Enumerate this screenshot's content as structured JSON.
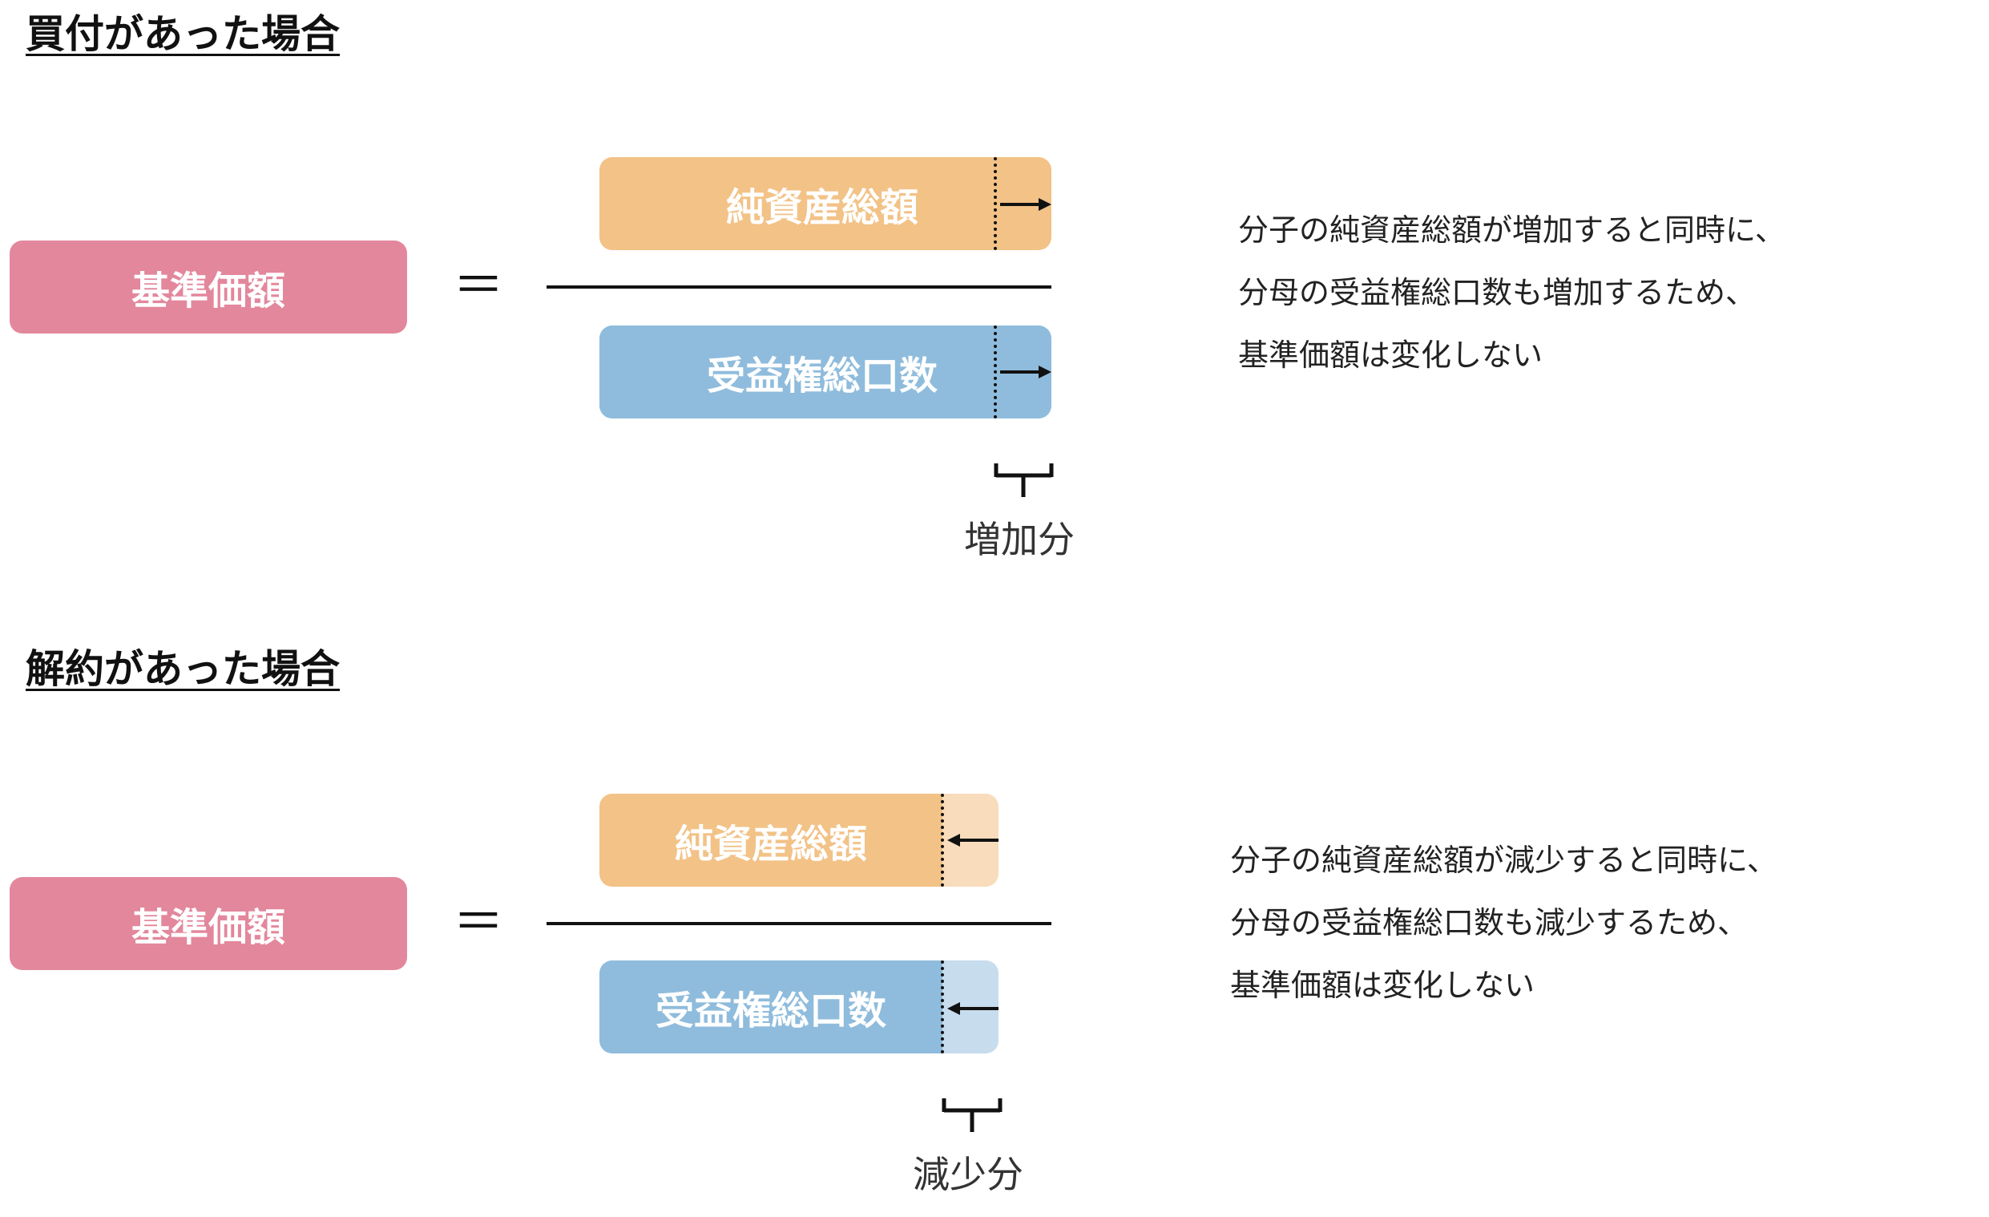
{
  "sections": [
    {
      "title": "買付があった場合",
      "lhs_label": "基準価額",
      "equals": "＝",
      "numerator_label": "純資産総額",
      "denominator_label": "受益権総口数",
      "change_direction": "increase",
      "change_label": "増加分",
      "description": [
        "分子の純資産総額が増加すると同時に、",
        "分母の受益権総口数も増加するため、",
        "基準価額は変化しない"
      ]
    },
    {
      "title": "解約があった場合",
      "lhs_label": "基準価額",
      "equals": "＝",
      "numerator_label": "純資産総額",
      "denominator_label": "受益権総口数",
      "change_direction": "decrease",
      "change_label": "減少分",
      "description": [
        "分子の純資産総額が減少すると同時に、",
        "分母の受益権総口数も減少するため、",
        "基準価額は変化しない"
      ]
    }
  ],
  "colors": {
    "lhs_box": "#e3879c",
    "numerator_box": "#f2c287",
    "denominator_box": "#8fbcdc",
    "numerator_removed": "#f8dcbc",
    "denominator_removed": "#c7dced"
  },
  "icons": {
    "increase_arrow": "arrow-right-icon",
    "decrease_arrow": "arrow-left-icon",
    "bracket": "bracket-icon"
  }
}
